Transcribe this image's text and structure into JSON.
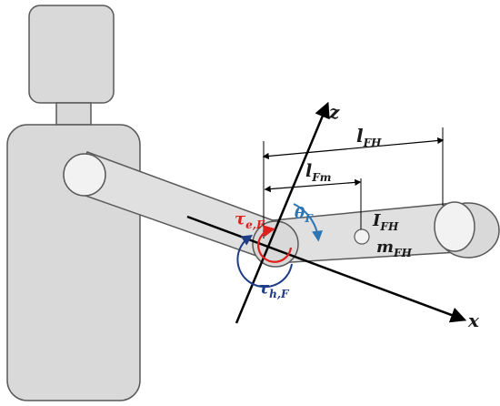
{
  "labels": {
    "axis_z": "z",
    "axis_x": "x",
    "l_FH": {
      "main": "l",
      "sub": "FH"
    },
    "l_Fm": {
      "main": "l",
      "sub": "Fm"
    },
    "I_FH": {
      "main": "I",
      "sub": "FH"
    },
    "m_FH": {
      "main": "m",
      "sub": "FH"
    },
    "theta_F": {
      "main": "θ",
      "sub": "F"
    },
    "tau_eF": {
      "main": "τ",
      "sub": "e,F"
    },
    "tau_hF": {
      "main": "τ",
      "sub": "h,F"
    }
  },
  "colors": {
    "body_fill": "#d9d9d9",
    "limb_fill": "#e0e0e0",
    "outline": "#595959",
    "axis": "#000000",
    "tau_e": "#e0201b",
    "tau_h": "#1f3c88",
    "theta": "#2e75b6",
    "label": "#1a1a1a"
  }
}
